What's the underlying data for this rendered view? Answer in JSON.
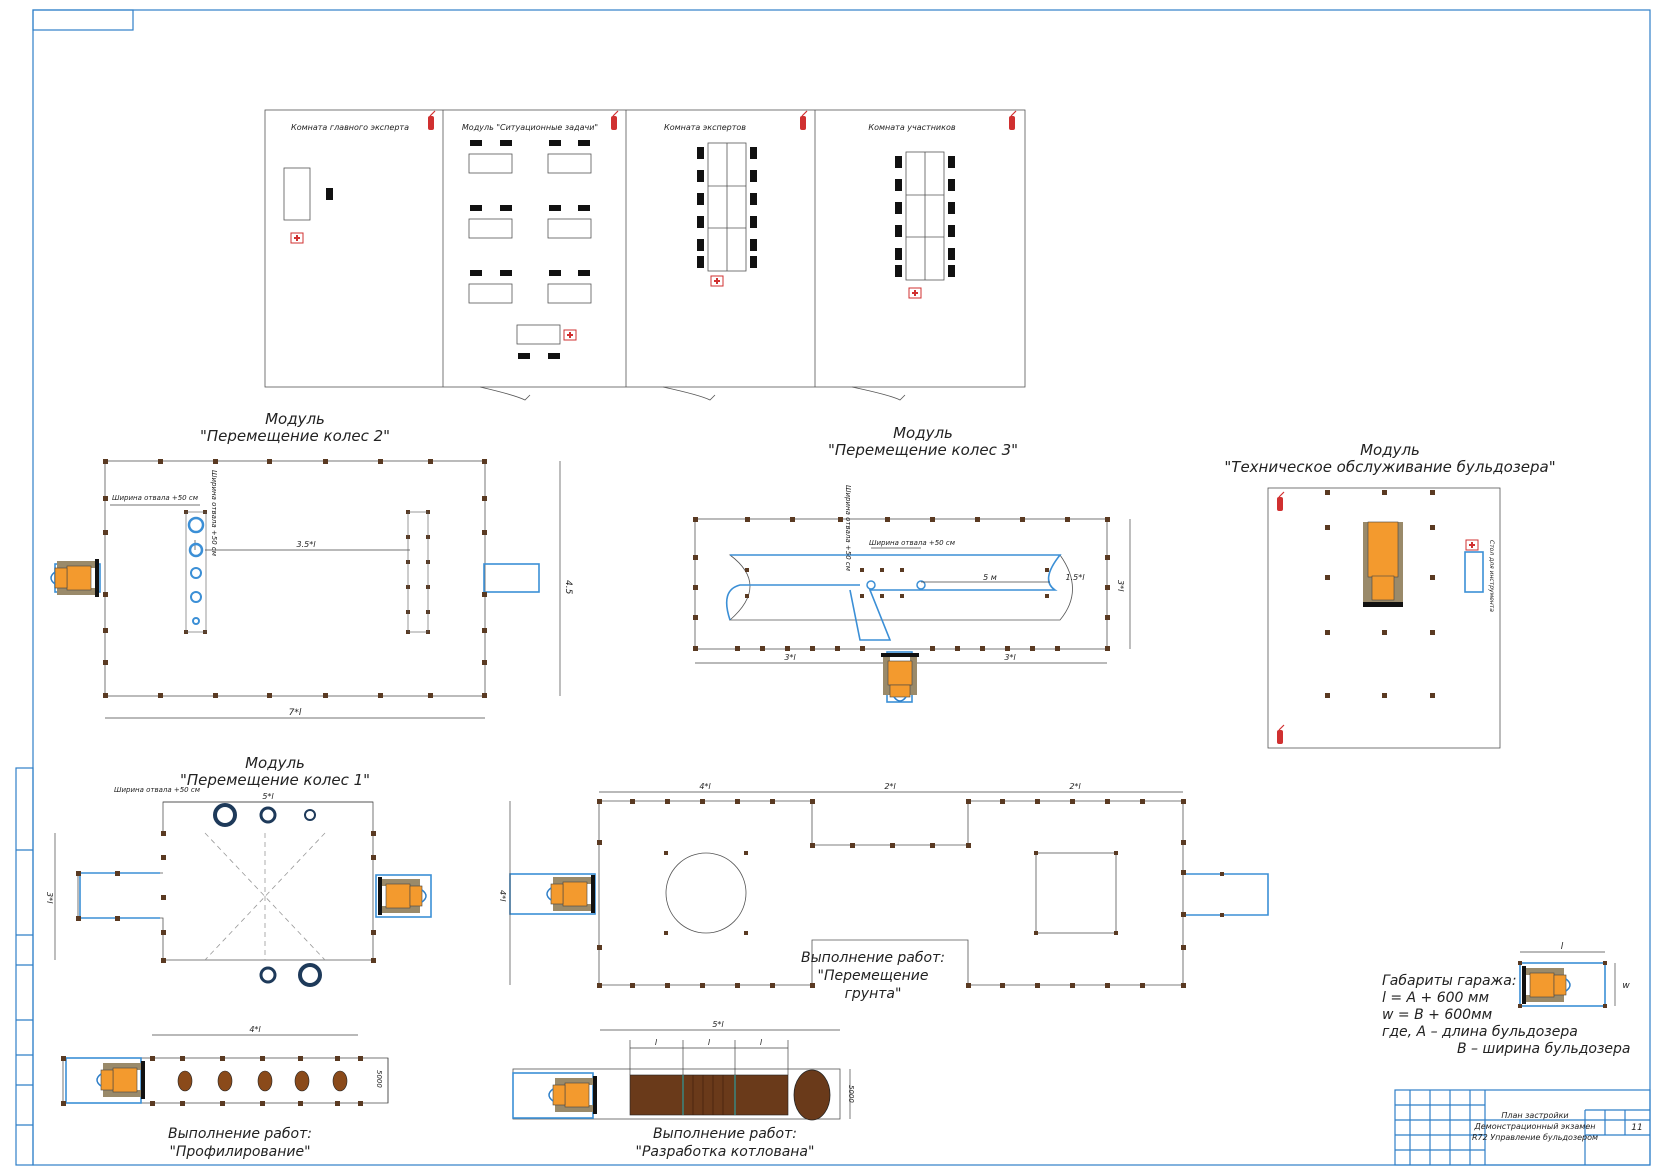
{
  "rooms": {
    "chief_expert": "Комната главного эксперта",
    "situational": "Модуль \"Ситуационные задачи\"",
    "experts": "Комната экспертов",
    "participants": "Комната участников"
  },
  "modules": {
    "wheels2": {
      "line1": "Модуль",
      "line2": "\"Перемещение колес 2\"",
      "blade_width": "Ширина отвала +50 см",
      "blade_width_v": "Ширина отвала +50 см",
      "dim_inner": "3.5*l",
      "dim_side": "4.5",
      "dim_bottom": "7*l"
    },
    "wheels3": {
      "line1": "Модуль",
      "line2": "\"Перемещение колес 3\"",
      "blade_width": "Ширина отвала +50 см",
      "blade_width_v": "Ширина отвала +50 см",
      "dim_5m": "5 м",
      "dim_15": "1.5*l",
      "dim_side": "3*l",
      "dim_left": "3*l",
      "dim_right": "3*l"
    },
    "maintenance": {
      "line1": "Модуль",
      "line2": "\"Техническое обслуживание бульдозера\"",
      "side_label": "Стол для инструмента"
    },
    "wheels1": {
      "line1": "Модуль",
      "line2": "\"Перемещение колес 1\"",
      "blade_width": "Ширина отвала +50 см",
      "dim_top": "5*l",
      "dim_side": "3*l"
    },
    "soil": {
      "line1": "Выполнение работ:",
      "line2": "\"Перемещение",
      "line3": "грунта\"",
      "dim_a": "4*l",
      "dim_b": "2*l",
      "dim_c": "2*l",
      "dim_side": "4*l"
    },
    "profiling": {
      "line1": "Выполнение работ:",
      "line2": "\"Профилирование\"",
      "dim_top": "4*l",
      "dim_side": "5000"
    },
    "pit": {
      "line1": "Выполнение работ:",
      "line2": "\"Разработка котлована\"",
      "dim_top": "5*l",
      "dim_l1": "l",
      "dim_l2": "l",
      "dim_l3": "l",
      "dim_side": "5000"
    }
  },
  "garage": {
    "title": "Габариты гаража:",
    "l": "l = A + 600 мм",
    "w": "w = B + 600мм",
    "where": "где,    A – длина бульдозера",
    "b": "B – ширина бульдозера",
    "dim_l": "l",
    "dim_w": "w"
  },
  "title_block": {
    "title1": "План застройки",
    "title2": "Демонстрационный экзамен",
    "title3": "R72 Управление бульдозером",
    "sheet_num": "11"
  },
  "colors": {
    "frame": "#2f7fc8",
    "post": "#5a3a22",
    "bulldozer": "#f39a2e",
    "wheel": "#1e3a5a",
    "pit": "#6a3a1a",
    "fire": "#d03030"
  }
}
